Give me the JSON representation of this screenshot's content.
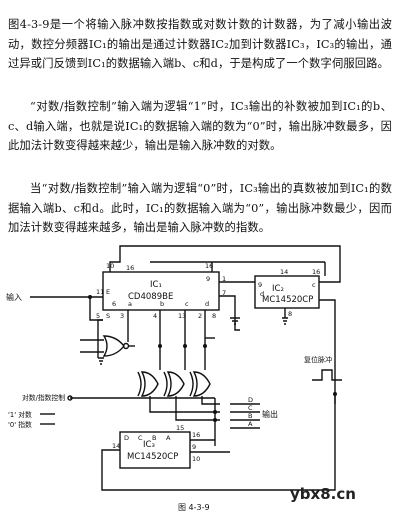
{
  "text": {
    "p1": "图4-3-9是一个将输入脉冲数按指数或对数计数的计数器，为了减小输出波动，数控分频器IC₁的输出是通过计数器IC₂加到计数器IC₃，IC₃的输出，通过异或门反馈到IC₁的数据输入端b、c和d，于是构成了一个数字伺服回路。",
    "p2": "“对数/指数控制”输入端为逻辑“1”时，IC₃输出的补数被加到IC₁的b、c、d输入端，也就是说IC₁的数据输入端的数为“0”时，输出脉冲数最多，因此加法计数变得越来越少，输出是输入脉冲数的对数。",
    "p3": "当“对数/指数控制”输入端为逻辑“0”时，IC₃输出的真数被加到IC₁的数据输入端b、c和d。此时，IC₁的数据输入端为“0”，输出脉冲数最少，因而加法计数变得越来越多，输出是输入脉冲数的指数。"
  },
  "circuit": {
    "ic1_name": "IC₁",
    "ic1_part": "CD4089BE",
    "ic2_name": "IC₂",
    "ic2_part": "MC14520CP",
    "ic3_name": "IC₃",
    "ic3_part": "MC14520CP",
    "input_label": "输入",
    "control_label": "对数/指数控制",
    "log_label": "'1' 对数",
    "exp_label": "'0' 指数",
    "output_label": "输出",
    "reset_label": "复位脉冲",
    "pins": {
      "ic1_10": "10",
      "ic1_16": "16",
      "ic1_11": "11",
      "ic1_5": "5",
      "ic1_9": "9",
      "ic1_a": "a",
      "ic1_b": "b",
      "ic1_c": "c",
      "ic1_d": "d",
      "ic1_3": "3",
      "ic1_4": "4",
      "ic1_13": "13",
      "ic1_8": "8",
      "ic1_1": "1",
      "ic1_7": "7",
      "ic1_2": "2",
      "ic1_6": "6",
      "ic2_14": "14",
      "ic2_9": "9",
      "ic2_16": "16",
      "ic2_8": "8",
      "ic3_14": "14",
      "ic3_15": "15",
      "ic3_16": "16",
      "ic3_9": "9",
      "ic3_10": "10",
      "ic3_D": "D",
      "ic3_C": "C",
      "ic3_B": "B",
      "ic3_A": "A",
      "ic3_d": "D",
      "ic3_c": "C",
      "ic3_b": "B",
      "ic3_a": "A",
      "ic1_pin_E": "E",
      "ic1_pin_S": "S",
      "ic2_pin_d": "d",
      "ic2_pin_c": "c"
    },
    "caption": "图 4-3-9"
  },
  "watermark": "ybx8.cn"
}
